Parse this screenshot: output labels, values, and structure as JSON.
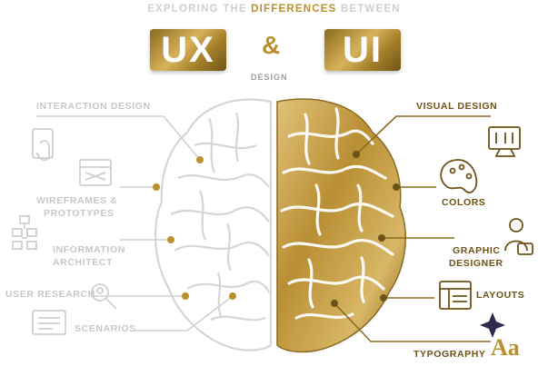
{
  "header": {
    "prefix": "EXPLORING THE",
    "highlight": "DIFFERENCES",
    "suffix": "BETWEEN"
  },
  "badges": {
    "left": "UX",
    "right": "UI",
    "amp": "&",
    "subtitle": "DESIGN"
  },
  "ux_labels": {
    "interaction": "INTERACTION DESIGN",
    "wireframes_1": "WIREFRAMES &",
    "wireframes_2": "PROTOTYPES",
    "info_1": "INFORMATION",
    "info_2": "ARCHITECT",
    "research": "USER RESEARCH",
    "scenarios": "SCENARIOS"
  },
  "ui_labels": {
    "visual": "VISUAL DESIGN",
    "colors": "COLORS",
    "graphic_1": "GRAPHIC",
    "graphic_2": "DESIGNER",
    "layouts": "LAYOUTS",
    "typography": "TYPOGRAPHY",
    "type_glyph": "Aa"
  },
  "colors": {
    "gold": "#b8902f",
    "gray": "#c7c7c7"
  },
  "icons": [
    "tablet-touch-icon",
    "wireframe-icon",
    "sitemap-icon",
    "magnifier-user-icon",
    "document-icon",
    "monitor-tools-icon",
    "palette-icon",
    "designer-icon",
    "layout-icon",
    "sparkle-icon"
  ]
}
